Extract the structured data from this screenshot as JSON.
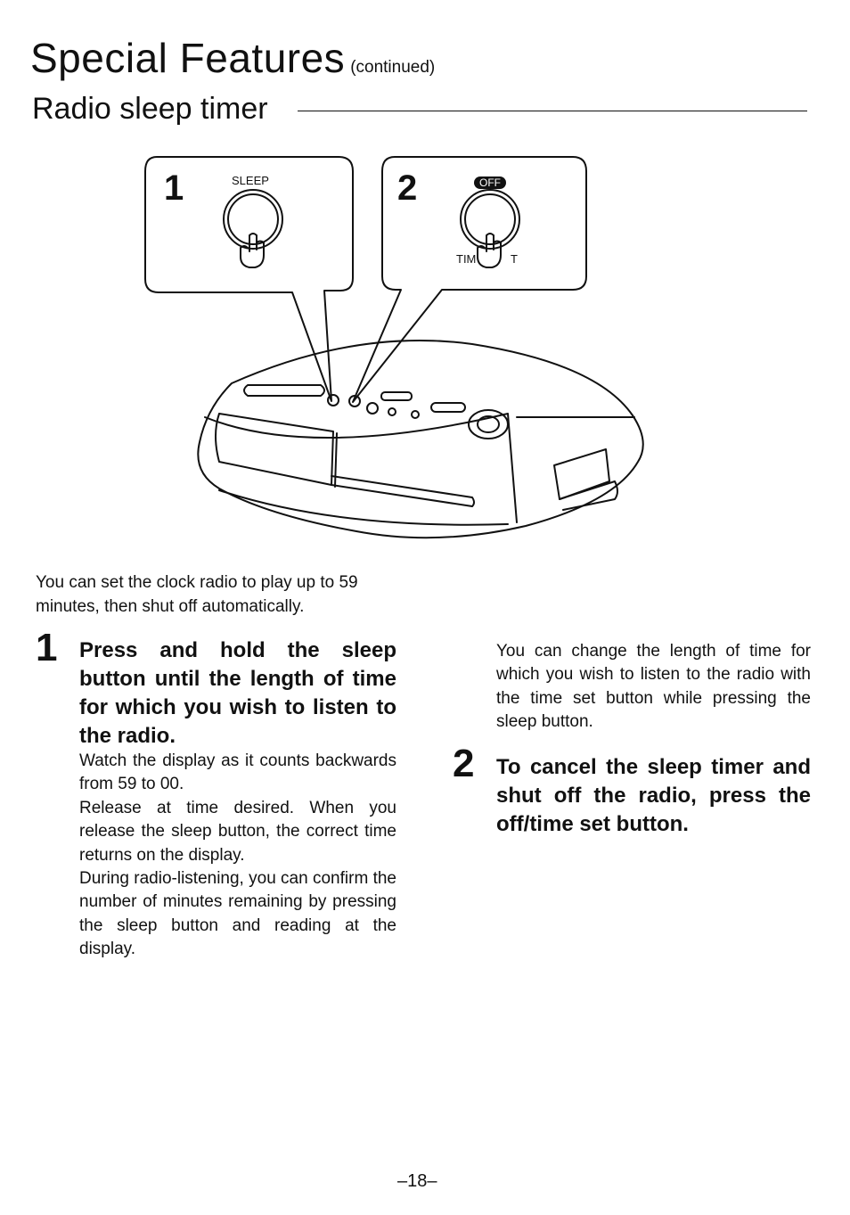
{
  "header": {
    "title": "Special Features",
    "title_suffix": "(continued)",
    "subtitle": "Radio sleep timer"
  },
  "illustration": {
    "callout1_number": "1",
    "callout1_label": "SLEEP",
    "callout2_number": "2",
    "callout2_badge": "OFF",
    "callout2_label_left": "TIM",
    "callout2_label_right": "T"
  },
  "intro": "You can set the clock radio to play up to 59 minutes, then shut off automatically.",
  "steps": [
    {
      "number": "1",
      "heading": "Press and hold the sleep button until the length of time for which you wish to listen to the radio.",
      "body": [
        "Watch the display as it counts backwards from 59 to 00.",
        "Release at time desired. When you release the sleep button, the correct time returns on the display.",
        "During radio-listening, you can confirm the number of minutes remaining by pressing the sleep button and reading at the display."
      ]
    },
    {
      "number": "2",
      "heading": "To cancel the sleep timer and shut off the radio, press the off/time set button."
    }
  ],
  "note": "You can change the length of time for which you wish to listen to the radio with the time set button while pressing the sleep button.",
  "page_number": "–18–"
}
